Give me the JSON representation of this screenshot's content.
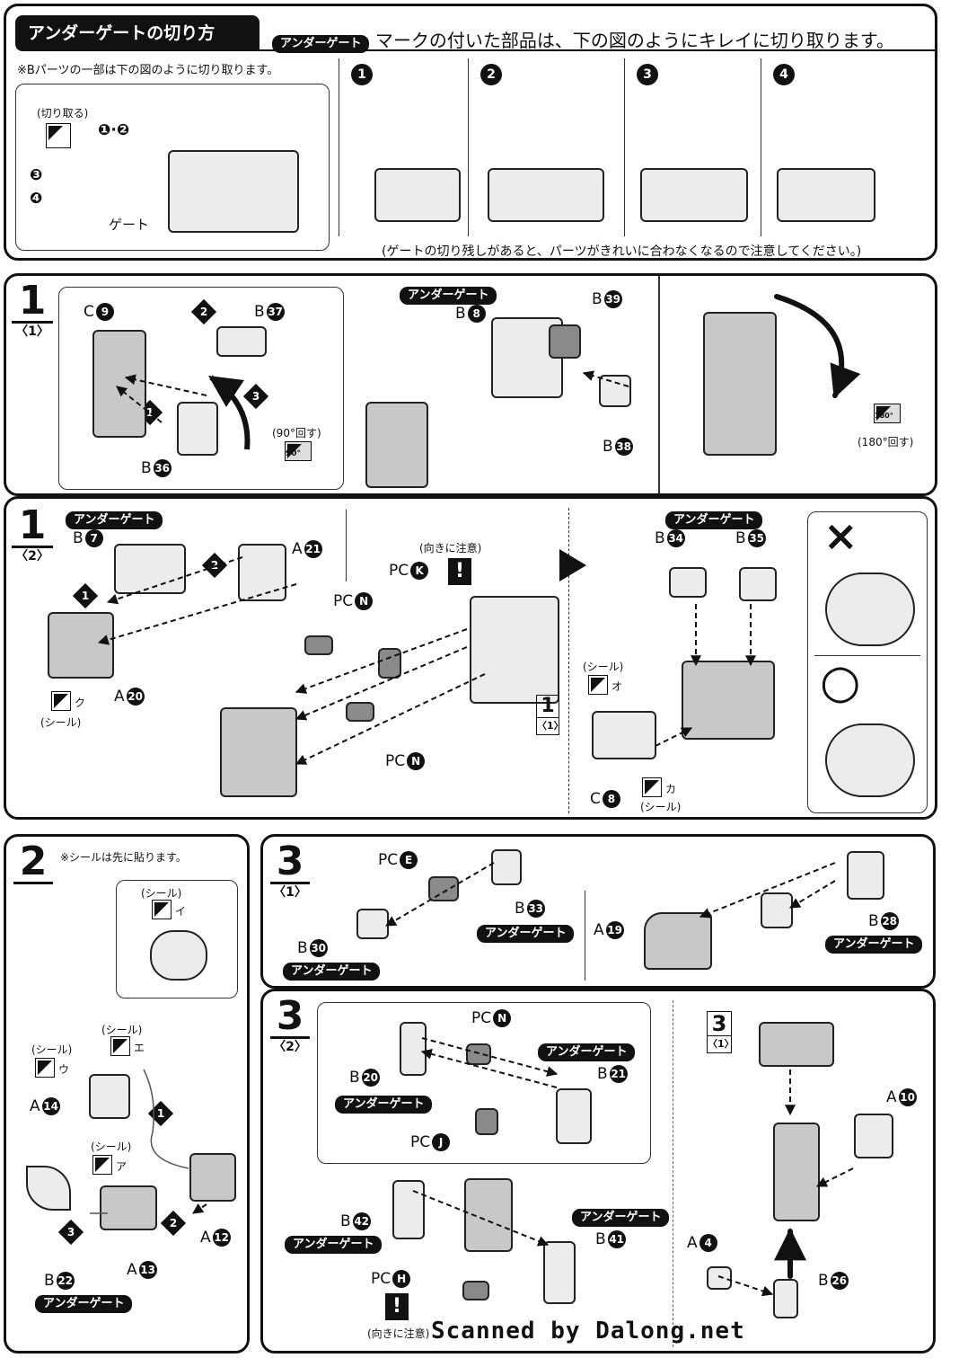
{
  "header": {
    "title": "アンダーゲートの切り方",
    "ug_badge": "アンダーゲート",
    "headline": "マークの付いた部品は、下の図のようにキレイに切り取ります。",
    "b_note": "※Bパーツの一部は下の図のように切り取ります。",
    "cut_label": "(切り取る)",
    "steps_12": "❶·❷",
    "step3": "❸",
    "step4": "❹",
    "gate_label": "ゲート",
    "step_numbers": [
      "1",
      "2",
      "3",
      "4"
    ],
    "caution": "(ゲートの切り残しがあると、パーツがきれいに合わなくなるので注意してください。)"
  },
  "step1_1": {
    "step": "1",
    "sub": "〈1〉",
    "labels": {
      "c9": "C",
      "b37": "B",
      "b36": "B",
      "b8": "B",
      "b39": "B",
      "b38": "B"
    },
    "nums": {
      "c9": "9",
      "b37": "37",
      "b36": "36",
      "b8": "8",
      "b39": "39",
      "b38": "38"
    },
    "rot90": "(90°回す)",
    "rot90_icon": "90°",
    "rot180": "(180°回す)",
    "rot180_icon": "180°",
    "ug": "アンダーゲート",
    "seq": [
      "1",
      "2",
      "3"
    ]
  },
  "step1_2": {
    "step": "1",
    "sub": "〈2〉",
    "ug": "アンダーゲート",
    "labels": {
      "b7": "B",
      "a21": "A",
      "a20": "A",
      "pck": "PC",
      "pcn1": "PC",
      "pcn2": "PC",
      "b34": "B",
      "b35": "B",
      "c8": "C"
    },
    "nums": {
      "b7": "7",
      "a21": "21",
      "a20": "20",
      "pck": "K",
      "pcn": "N",
      "b34": "34",
      "b35": "35",
      "c8": "8"
    },
    "caution_dir": "(向きに注意)",
    "seal": "(シール)",
    "seal_ku": "ク",
    "seal_o": "オ",
    "seal_ka": "カ",
    "ref_step": "1",
    "ref_sub": "〈1〉",
    "wrong": "×",
    "right": "○",
    "seq": [
      "1",
      "2"
    ]
  },
  "step2": {
    "step": "2",
    "note": "※シールは先に貼ります。",
    "seal": "(シール)",
    "seal_i": "イ",
    "seal_u": "ウ",
    "seal_e": "エ",
    "seal_a": "ア",
    "labels": {
      "a14": "A",
      "a12": "A",
      "a13": "A",
      "b22": "B"
    },
    "nums": {
      "a14": "14",
      "a12": "12",
      "a13": "13",
      "b22": "22"
    },
    "ug": "アンダーゲート",
    "seq": [
      "1",
      "2",
      "3"
    ]
  },
  "step3_1": {
    "step": "3",
    "sub": "〈1〉",
    "labels": {
      "pce": "PC",
      "b33": "B",
      "b30": "B",
      "a19": "A",
      "b28": "B"
    },
    "nums": {
      "pce": "E",
      "b33": "33",
      "b30": "30",
      "a19": "19",
      "b28": "28"
    },
    "ug": "アンダーゲート"
  },
  "step3_2": {
    "step": "3",
    "sub": "〈2〉",
    "labels": {
      "pcn": "PC",
      "b20": "B",
      "b21": "B",
      "pcj": "PC",
      "b42": "B",
      "b41": "B",
      "pch": "PC",
      "a10": "A",
      "a4": "A",
      "b26": "B"
    },
    "nums": {
      "pcn": "N",
      "b20": "20",
      "b21": "21",
      "pcj": "J",
      "b42": "42",
      "b41": "41",
      "pch": "H",
      "a10": "10",
      "a4": "4",
      "b26": "26"
    },
    "ug": "アンダーゲート",
    "caution_dir": "(向きに注意)",
    "ref_step": "3",
    "ref_sub": "〈1〉"
  },
  "watermark": "Scanned by Dalong.net"
}
